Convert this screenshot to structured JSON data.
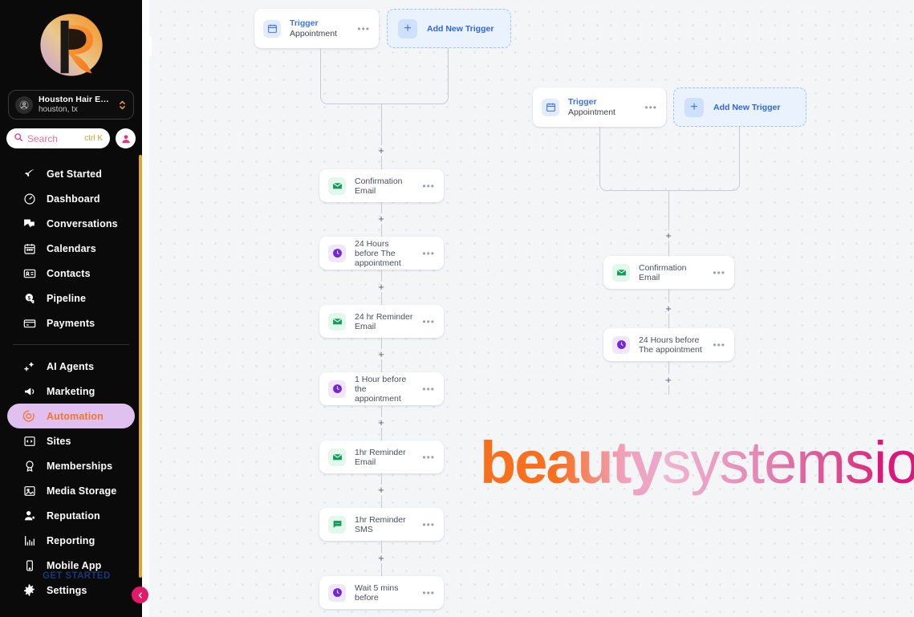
{
  "sidebar": {
    "logo_name": "r-monogram-logo",
    "account": {
      "name": "Houston Hair Exte…",
      "location": "houston, tx",
      "avatar_icon": "location-pin-avatar-icon",
      "chevron_icon": "chevron-up-down-icon"
    },
    "search": {
      "placeholder": "Search",
      "shortcut": "ctrl K",
      "icon": "search-icon"
    },
    "user_icon": "user-avatar-icon",
    "items_top": [
      {
        "label": "Get Started",
        "icon": "rocket-icon"
      },
      {
        "label": "Dashboard",
        "icon": "gauge-icon"
      },
      {
        "label": "Conversations",
        "icon": "chat-bubbles-icon"
      },
      {
        "label": "Calendars",
        "icon": "calendar-icon"
      },
      {
        "label": "Contacts",
        "icon": "contact-card-icon"
      },
      {
        "label": "Pipeline",
        "icon": "dollar-coin-icon"
      },
      {
        "label": "Payments",
        "icon": "credit-card-icon"
      }
    ],
    "items_bottom": [
      {
        "label": "AI Agents",
        "icon": "sparkle-plus-icon",
        "active": false
      },
      {
        "label": "Marketing",
        "icon": "megaphone-icon",
        "active": false
      },
      {
        "label": "Automation",
        "icon": "automation-gear-icon",
        "active": true
      },
      {
        "label": "Sites",
        "icon": "code-window-icon",
        "active": false
      },
      {
        "label": "Memberships",
        "icon": "badge-ribbon-icon",
        "active": false
      },
      {
        "label": "Media Storage",
        "icon": "image-icon",
        "active": false
      },
      {
        "label": "Reputation",
        "icon": "person-star-icon",
        "active": false
      },
      {
        "label": "Reporting",
        "icon": "bar-chart-icon",
        "active": false
      },
      {
        "label": "Mobile App",
        "icon": "mobile-phone-icon",
        "active": false
      },
      {
        "label": "Settings",
        "icon": "gear-icon",
        "active": false
      }
    ],
    "ghost_label": "GET STARTED",
    "collapse_icon": "chevron-left-icon",
    "scrollbar_color": "#e0a62a",
    "active_bg": "#dfc0ee",
    "active_text": "#f0772b"
  },
  "canvas": {
    "workflow_left": {
      "trigger": {
        "title": "Trigger",
        "subtitle": "Appointment",
        "icon": "calendar-icon",
        "menu": "•••"
      },
      "add_trigger": {
        "label": "Add New Trigger",
        "icon": "plus-icon"
      },
      "steps": [
        {
          "label": "Confirmation Email",
          "icon": "email-icon",
          "kind": "green",
          "menu": "•••"
        },
        {
          "label": "24 Hours before The appointment",
          "icon": "clock-icon",
          "kind": "purple",
          "menu": "•••"
        },
        {
          "label": "24 hr Reminder Email",
          "icon": "email-icon",
          "kind": "green",
          "menu": "•••"
        },
        {
          "label": "1 Hour before the appointment",
          "icon": "clock-icon",
          "kind": "purple",
          "menu": "•••"
        },
        {
          "label": "1hr Reminder Email",
          "icon": "email-icon",
          "kind": "green",
          "menu": "•••"
        },
        {
          "label": "1hr Reminder SMS",
          "icon": "sms-icon",
          "kind": "green",
          "menu": "•••"
        },
        {
          "label": "Wait 5 mins before",
          "icon": "clock-icon",
          "kind": "purple",
          "menu": "•••"
        }
      ]
    },
    "workflow_right": {
      "trigger": {
        "title": "Trigger",
        "subtitle": "Appointment",
        "icon": "calendar-icon",
        "menu": "•••"
      },
      "add_trigger": {
        "label": "Add New Trigger",
        "icon": "plus-icon"
      },
      "steps": [
        {
          "label": "Confirmation Email",
          "icon": "email-icon",
          "kind": "green",
          "menu": "•••"
        },
        {
          "label": "24 Hours before The appointment",
          "icon": "clock-icon",
          "kind": "purple",
          "menu": "•••"
        }
      ]
    },
    "add_step_glyph": "+",
    "watermark": {
      "part_a": "beauty",
      "part_b": "systems",
      "part_c": "io"
    }
  }
}
